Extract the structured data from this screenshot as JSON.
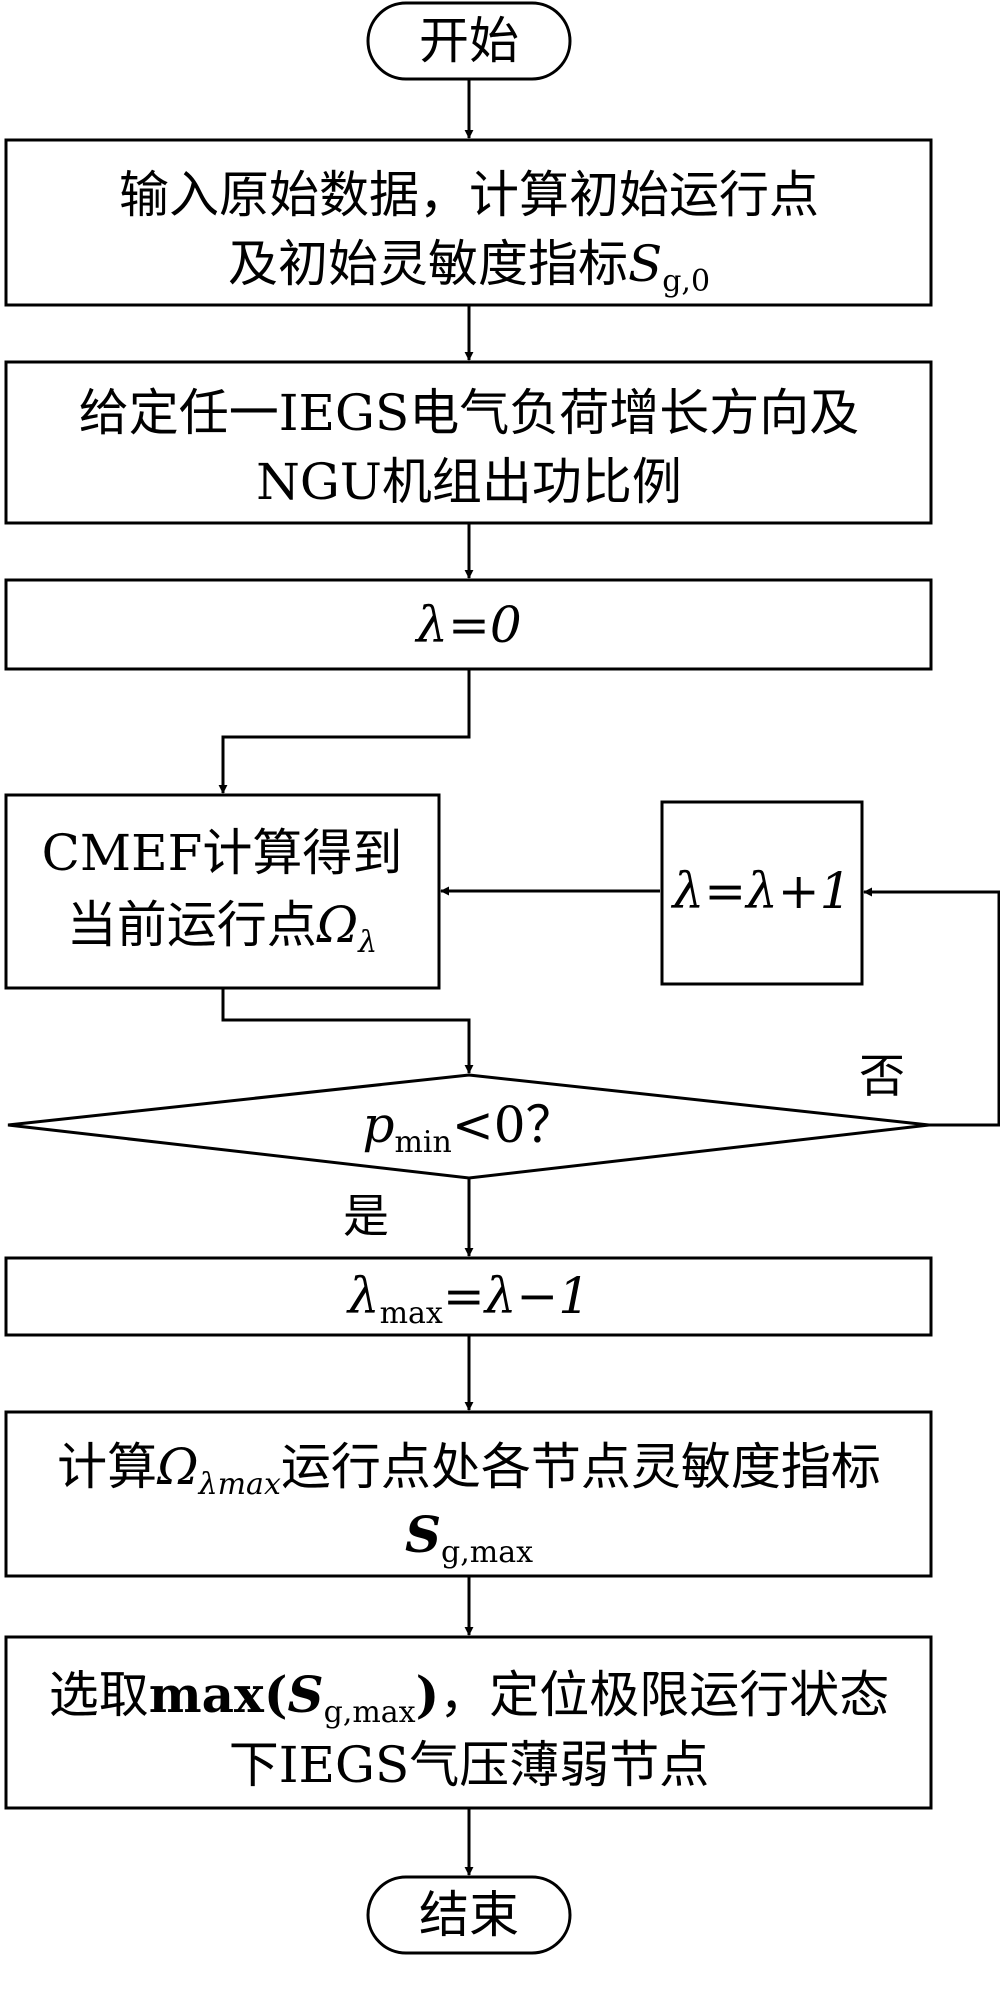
{
  "nodes": {
    "start": "开始",
    "input_line1": "输入原始数据，计算初始运行点",
    "input_line2_prefix": "及初始灵敏度指标",
    "input_sym": "S",
    "input_sub": "g,0",
    "direction_line1": "给定任一IEGS电气负荷增长方向及",
    "direction_line2": "NGU机组出功比例",
    "init_lambda": "λ=0",
    "cmef_line1": "CMEF计算得到",
    "cmef_line2_prefix": "当前运行点",
    "cmef_sym": "Ω",
    "cmef_sub": "λ",
    "increment": "λ=λ+1",
    "decision_sym": "p",
    "decision_sub": "min",
    "decision_rest": "<0？",
    "lmax_sym": "λ",
    "lmax_sub": "max",
    "lmax_rest": "=λ−1",
    "sens_prefix": "计算",
    "sens_sym": "Ω",
    "sens_sub": "λmax",
    "sens_rest": "运行点处各节点灵敏度指标",
    "sens_line2_sym": "S",
    "sens_line2_sub": "g,max",
    "select_prefix": "选取",
    "select_max": "max(",
    "select_sym": "S",
    "select_sub": "g,max",
    "select_close": ")",
    "select_rest": "，定位极限运行状态",
    "select_line2": "下IEGS气压薄弱节点",
    "end": "结束"
  },
  "branches": {
    "yes": "是",
    "no": "否"
  }
}
